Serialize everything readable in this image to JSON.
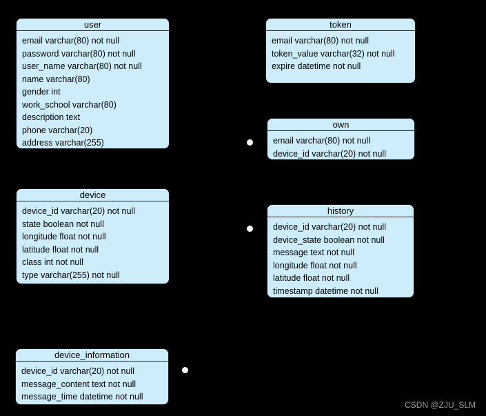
{
  "colors": {
    "background": "#000000",
    "table_fill": "#CDEDFA",
    "table_border": "#1e1e1e",
    "table_text": "#000000",
    "connector_dot": "#FFFFFF",
    "watermark_text": "#9c9c9c"
  },
  "tables": {
    "user": {
      "title": "user",
      "fields": [
        "email varchar(80) not null",
        "password varchar(80) not null",
        "user_name varchar(80) not null",
        "name varchar(80)",
        "gender int",
        "work_school varchar(80)",
        "description text",
        "phone varchar(20)",
        "address varchar(255)"
      ]
    },
    "token": {
      "title": "token",
      "fields": [
        "email varchar(80) not null",
        "token_value varchar(32) not null",
        "expire datetime not null"
      ]
    },
    "own": {
      "title": "own",
      "fields": [
        "email varchar(80) not null",
        "device_id varchar(20) not null"
      ]
    },
    "device": {
      "title": "device",
      "fields": [
        "device_id varchar(20) not null",
        "state boolean not null",
        "longitude float not null",
        "latitude float not null",
        "class int not null",
        "type varchar(255) not null"
      ]
    },
    "history": {
      "title": "history",
      "fields": [
        "device_id varchar(20) not null",
        "device_state boolean not null",
        "message text not null",
        "longitude float not null",
        "latitude float not null",
        "timestamp datetime not null"
      ]
    },
    "device_information": {
      "title": "device_information",
      "fields": [
        "device_id varchar(20) not null",
        "message_content text not null",
        "message_time datetime not null"
      ]
    }
  },
  "connectors": {
    "dots": [
      "own-left-dot",
      "history-left-dot",
      "device-information-right-dot"
    ]
  },
  "watermark": {
    "text": "CSDN @ZJU_SLM"
  }
}
